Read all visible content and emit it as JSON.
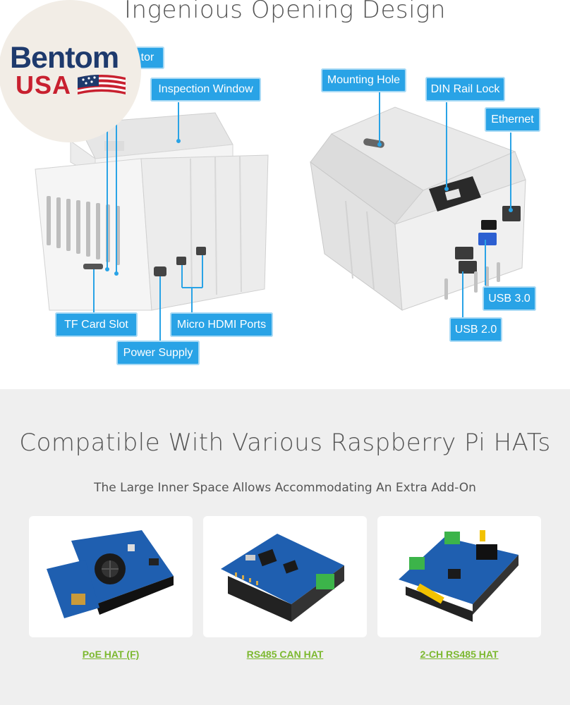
{
  "logo": {
    "brand": "Bentom",
    "country": "USA"
  },
  "top_section": {
    "title": "Ingenious Opening Design",
    "callouts": {
      "indicator": "tor",
      "inspection_window": "Inspection Window",
      "tf_card_slot": "TF Card Slot",
      "power_supply": "Power Supply",
      "micro_hdmi_ports": "Micro HDMI Ports",
      "mounting_hole": "Mounting Hole",
      "din_rail_lock": "DIN Rail Lock",
      "ethernet": "Ethernet",
      "usb_3_0": "USB 3.0",
      "usb_2_0": "USB 2.0"
    }
  },
  "bottom_section": {
    "title": "Compatible With Various Raspberry Pi HATs",
    "subtitle": "The Large Inner Space Allows Accommodating An Extra Add-On",
    "products": [
      {
        "name": "PoE HAT (F)"
      },
      {
        "name": "RS485 CAN HAT"
      },
      {
        "name": "2-CH RS485 HAT"
      }
    ]
  },
  "colors": {
    "callout": "#29a3e6",
    "link": "#7cb82f",
    "bottom_bg": "#efefef",
    "board_blue": "#1f5fb0"
  }
}
